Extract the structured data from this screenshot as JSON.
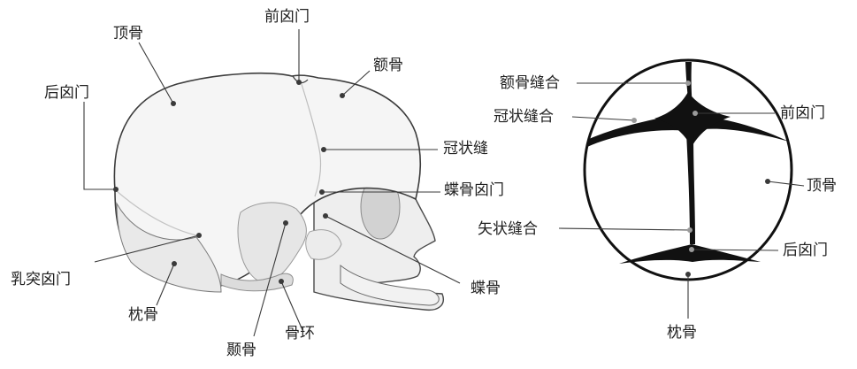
{
  "skull_side_view": {
    "labels": {
      "parietal": "顶骨",
      "anterior_fontanelle": "前囟门",
      "frontal": "额骨",
      "posterior_fontanelle": "后囟门",
      "coronal_suture": "冠状缝",
      "sphenoid_fontanelle": "蝶骨囟门",
      "mastoid_fontanelle": "乳突囟门",
      "sphenoid": "蝶骨",
      "occipital": "枕骨",
      "bone_ring": "骨环",
      "temporal": "颞骨"
    }
  },
  "skull_top_view": {
    "labels": {
      "frontal_suture": "额骨缝合",
      "coronal_suture": "冠状缝合",
      "anterior_fontanelle": "前囟门",
      "parietal": "顶骨",
      "sagittal_suture": "矢状缝合",
      "posterior_fontanelle": "后囟门",
      "occipital": "枕骨"
    }
  },
  "colors": {
    "line": "#3a3a3a",
    "bone_fill": "#f3f3f3",
    "bone_shade": "#d9d9d9",
    "suture": "#111111"
  }
}
